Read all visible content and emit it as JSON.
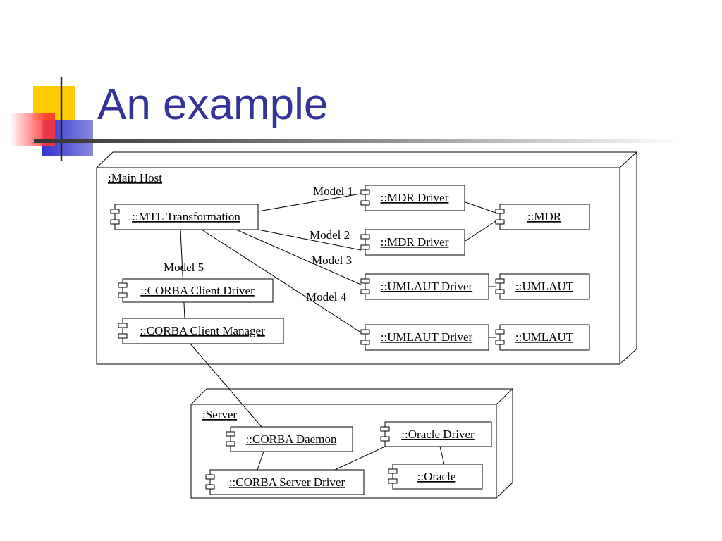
{
  "slide": {
    "title": "An example"
  },
  "diagram": {
    "nodes": {
      "main_host": ":Main Host",
      "server": ":Server"
    },
    "components": {
      "mtl_transformation": "::MTL Transformation",
      "mdr_driver_1": "::MDR Driver",
      "mdr_driver_2": "::MDR Driver",
      "mdr": "::MDR",
      "umlaut_driver_1": "::UMLAUT Driver",
      "umlaut_1": "::UMLAUT",
      "umlaut_driver_2": "::UMLAUT Driver",
      "umlaut_2": "::UMLAUT",
      "corba_client_driver": "::CORBA Client Driver",
      "corba_client_manager": "::CORBA Client Manager",
      "corba_daemon": "::CORBA Daemon",
      "corba_server_driver": "::CORBA Server Driver",
      "oracle_driver": "::Oracle Driver",
      "oracle": "::Oracle"
    },
    "edge_labels": {
      "model_1": "Model 1",
      "model_2": "Model 2",
      "model_3": "Model 3",
      "model_4": "Model 4",
      "model_5": "Model 5"
    }
  },
  "colors": {
    "title": "#333399",
    "deco_yellow": "#ffcc00",
    "deco_red": "#ff3333",
    "deco_blue": "#3333cc"
  }
}
